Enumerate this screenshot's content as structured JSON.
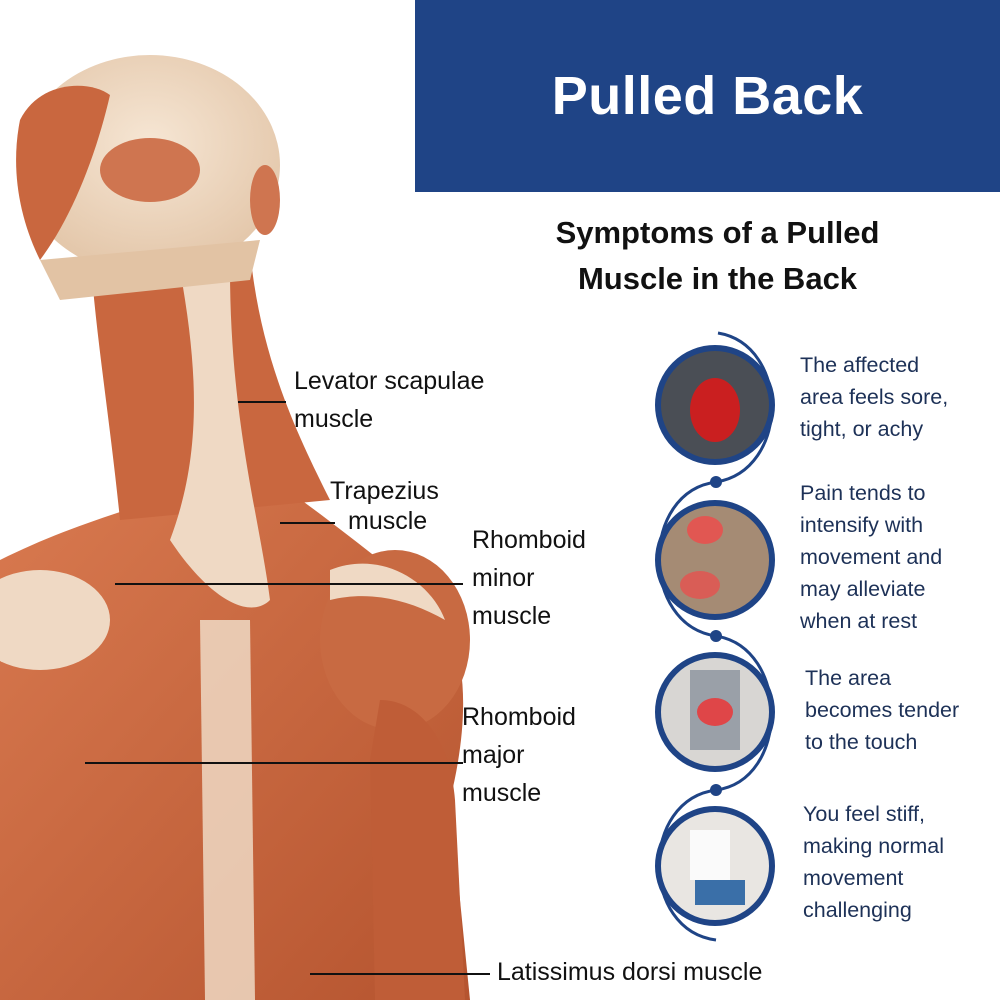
{
  "header": {
    "title": "Pulled Back"
  },
  "subtitle": {
    "line1": "Symptoms of a Pulled",
    "line2": "Muscle in the Back"
  },
  "labels": [
    {
      "lines": [
        "Levator scapulae",
        "muscle"
      ]
    },
    {
      "lines": [
        "Trapezius",
        "muscle"
      ]
    },
    {
      "lines": [
        "Rhomboid",
        "minor",
        "muscle"
      ]
    },
    {
      "lines": [
        "Rhomboid",
        "major",
        "muscle"
      ]
    },
    {
      "lines": [
        "Latissimus dorsi muscle"
      ]
    }
  ],
  "symptoms": [
    {
      "lines": [
        "The affected",
        "area feels sore,",
        "tight, or achy"
      ]
    },
    {
      "lines": [
        "Pain tends to",
        "intensify with",
        "movement and",
        "may alleviate",
        "when at rest"
      ]
    },
    {
      "lines": [
        "The area",
        "becomes tender",
        "to the touch"
      ]
    },
    {
      "lines": [
        "You feel stiff,",
        "making normal",
        "movement",
        "challenging"
      ]
    }
  ],
  "colors": {
    "brand": "#1f4486",
    "muscle": "#c9673f",
    "tendon": "#efd9c4",
    "text": "#1d3157"
  }
}
